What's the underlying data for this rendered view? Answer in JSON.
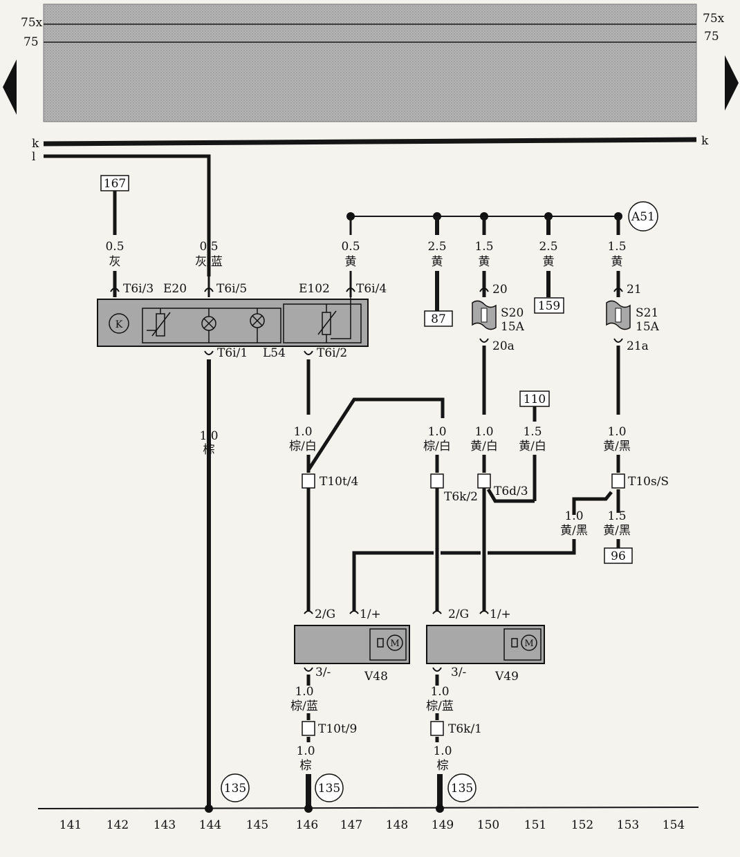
{
  "buses": {
    "b75x": "75x",
    "b75": "75",
    "bk": "k",
    "bl": "l"
  },
  "refs": {
    "r167": "167",
    "r87": "87",
    "r159": "159",
    "r110": "110",
    "r96": "96",
    "rA51": "A51",
    "g135": "135"
  },
  "wires": {
    "w144a_gauge": "0.5",
    "w144a_color": "灰",
    "w144b_gauge": "0.5",
    "w144b_color": "灰/蓝",
    "w147_gauge": "0.5",
    "w147_color": "黄",
    "w149_gauge": "2.5",
    "w149_color": "黄",
    "w150_gauge": "1.5",
    "w150_color": "黄",
    "w151_gauge": "2.5",
    "w151_color": "黄",
    "w153_gauge": "1.5",
    "w153_color": "黄",
    "w144_gauge": "1.0",
    "w144_color": "棕",
    "w146_gauge": "1.0",
    "w146_color": "棕/白",
    "w149b_gauge": "1.0",
    "w149b_color": "棕/白",
    "w150b_gauge": "1.0",
    "w150b_color": "黄/白",
    "w151b_gauge": "1.5",
    "w151b_color": "黄/白",
    "w153b_gauge": "1.0",
    "w153b_color": "黄/黑",
    "w152c_gauge": "1.0",
    "w152c_color": "黄/黑",
    "w153c_gauge": "1.5",
    "w153c_color": "黄/黑",
    "w146c_gauge": "1.0",
    "w146c_color": "棕/蓝",
    "w149c_gauge": "1.0",
    "w149c_color": "棕/蓝",
    "w146d_gauge": "1.0",
    "w146d_color": "棕",
    "w149d_gauge": "1.0",
    "w149d_color": "棕"
  },
  "connectors": {
    "t6i3": "T6i/3",
    "t6i5": "T6i/5",
    "t6i4": "T6i/4",
    "t6i1": "T6i/1",
    "t6i2": "T6i/2",
    "t10t4": "T10t/4",
    "t6k2": "T6k/2",
    "t6d3": "T6d/3",
    "t10s": "T10s/S",
    "t10t9": "T10t/9",
    "t6k1": "T6k/1",
    "p20": "20",
    "p20a": "20a",
    "p21": "21",
    "p21a": "21a",
    "m2g_a": "2/G",
    "m1p_a": "1/+",
    "m3m_a": "3/-",
    "m2g_b": "2/G",
    "m1p_b": "1/+",
    "m3m_b": "3/-"
  },
  "components": {
    "e20": "E20",
    "e102": "E102",
    "l54": "L54",
    "s20": "S20",
    "s20amp": "15A",
    "s21": "S21",
    "s21amp": "15A",
    "v48": "V48",
    "v49": "V49",
    "k": "K",
    "motor": "M"
  },
  "axis": [
    "141",
    "142",
    "143",
    "144",
    "145",
    "146",
    "147",
    "148",
    "149",
    "150",
    "151",
    "152",
    "153",
    "154"
  ]
}
